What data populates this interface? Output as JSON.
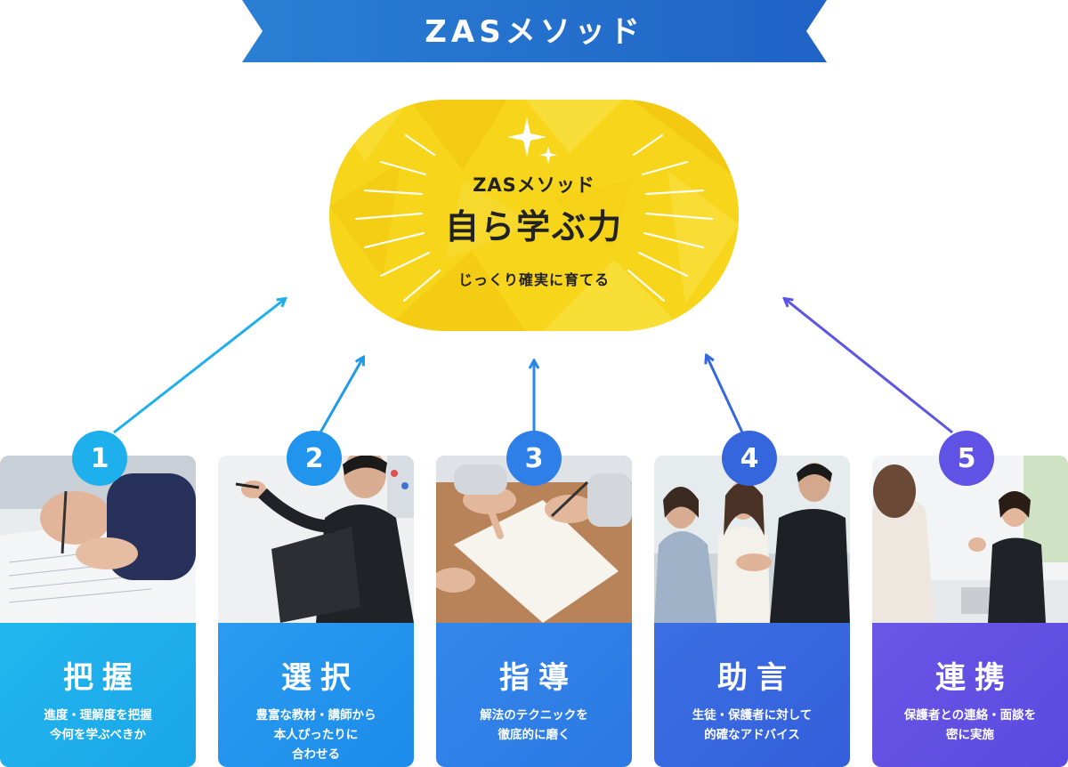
{
  "banner": {
    "title": "ZASメソッド"
  },
  "center": {
    "kicker": "ZASメソッド",
    "main": "自ら学ぶ力",
    "sub": "じっくり確実に育てる"
  },
  "colors": {
    "banner": "#2071cc",
    "pill": "#f6d51a",
    "step1": "#1eb0ec",
    "step2": "#2594ee",
    "step3": "#2f80e8",
    "step4": "#3867df",
    "step5": "#6352e3"
  },
  "steps": [
    {
      "number": "1",
      "title": "把握",
      "desc": "進度・理解度を把握\n今何を学ぶべきか",
      "photo": "hand-writing-notes-photo"
    },
    {
      "number": "2",
      "title": "選択",
      "desc": "豊富な教材・講師から\n本人ぴったりに\n合わせる",
      "photo": "teacher-with-folder-photo"
    },
    {
      "number": "3",
      "title": "指導",
      "desc": "解法のテクニックを\n徹底的に磨く",
      "photo": "pointing-at-paper-photo"
    },
    {
      "number": "4",
      "title": "助言",
      "desc": "生徒・保護者に対して\n的確なアドバイス",
      "photo": "handshake-photo"
    },
    {
      "number": "5",
      "title": "連携",
      "desc": "保護者との連絡・面談を\n密に実施",
      "photo": "meeting-photo"
    }
  ]
}
